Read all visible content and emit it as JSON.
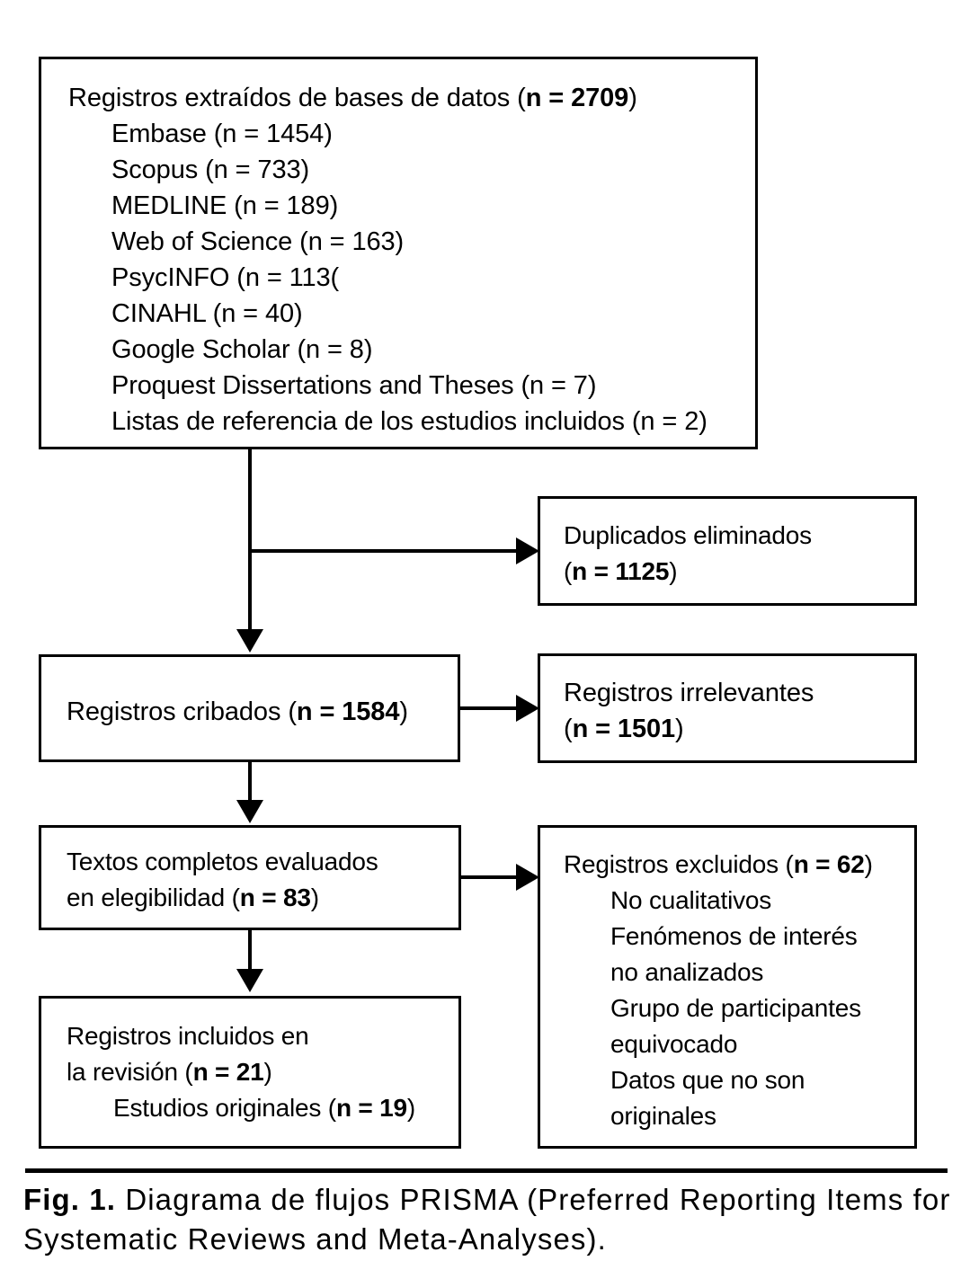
{
  "figure": {
    "caption_label": "Fig. 1.",
    "caption_text": " Diagrama de flujos PRISMA (Preferred Reporting Items for Systematic Reviews and Meta-Analyses).",
    "ink_color": "#000000",
    "background_color": "#ffffff"
  },
  "chart_data": {
    "type": "diagram",
    "title": "Diagrama de flujos PRISMA",
    "nodes": [
      {
        "id": "identificacion",
        "heading": "Registros extraídos de bases de datos (",
        "heading_bold": "n = 2709",
        "heading_tail": ")",
        "value": 2709,
        "sources": [
          {
            "label": "Embase (n = 1454)",
            "name": "Embase",
            "n": 1454
          },
          {
            "label": "Scopus (n = 733)",
            "name": "Scopus",
            "n": 733
          },
          {
            "label": "MEDLINE (n = 189)",
            "name": "MEDLINE",
            "n": 189
          },
          {
            "label": "Web of Science (n = 163)",
            "name": "Web of Science",
            "n": 163
          },
          {
            "label": "PsycINFO (n = 113(",
            "name": "PsycINFO",
            "n": 113
          },
          {
            "label": "CINAHL (n = 40)",
            "name": "CINAHL",
            "n": 40
          },
          {
            "label": "Google Scholar (n = 8)",
            "name": "Google Scholar",
            "n": 8
          },
          {
            "label": "Proquest Dissertations and Theses (n = 7)",
            "name": "Proquest Dissertations and Theses",
            "n": 7
          },
          {
            "label": "Listas de referencia de los estudios incluidos (n = 2)",
            "name": "Listas de referencia de los estudios incluidos",
            "n": 2
          }
        ]
      },
      {
        "id": "duplicados",
        "line1": "Duplicados eliminados",
        "line2_open": "(",
        "line2_bold": "n = 1125",
        "line2_close": ")",
        "value": 1125
      },
      {
        "id": "cribados",
        "line1_open": "Registros cribados (",
        "line1_bold": "n = 1584",
        "line1_close": ")",
        "value": 1584
      },
      {
        "id": "irrelevantes",
        "line1": "Registros irrelevantes",
        "line2_open": "(",
        "line2_bold": "n = 1501",
        "line2_close": ")",
        "value": 1501
      },
      {
        "id": "elegibilidad",
        "line1": "Textos completos evaluados",
        "line2_open": "en elegibilidad (",
        "line2_bold": "n = 83",
        "line2_close": ")",
        "value": 83
      },
      {
        "id": "excluidos",
        "heading_open": "Registros excluidos (",
        "heading_bold": "n = 62",
        "heading_close": ")",
        "value": 62,
        "reasons": [
          "No cualitativos",
          "Fenómenos de interés",
          "no analizados",
          "Grupo de participantes",
          "equivocado",
          "Datos que no son",
          "originales"
        ]
      },
      {
        "id": "incluidos",
        "line1": "Registros incluidos en",
        "line2_open": "la revisión (",
        "line2_bold": "n = 21",
        "line2_close": ")",
        "value": 21,
        "line3_open": "Estudios originales (",
        "line3_bold": "n = 19",
        "line3_close": ")",
        "sub_value": 19
      }
    ],
    "edges": [
      {
        "from": "identificacion",
        "to": "duplicados",
        "kind": "branch-right"
      },
      {
        "from": "identificacion",
        "to": "cribados",
        "kind": "down"
      },
      {
        "from": "cribados",
        "to": "irrelevantes",
        "kind": "right"
      },
      {
        "from": "cribados",
        "to": "elegibilidad",
        "kind": "down"
      },
      {
        "from": "elegibilidad",
        "to": "excluidos",
        "kind": "right"
      },
      {
        "from": "elegibilidad",
        "to": "incluidos",
        "kind": "down"
      }
    ]
  }
}
